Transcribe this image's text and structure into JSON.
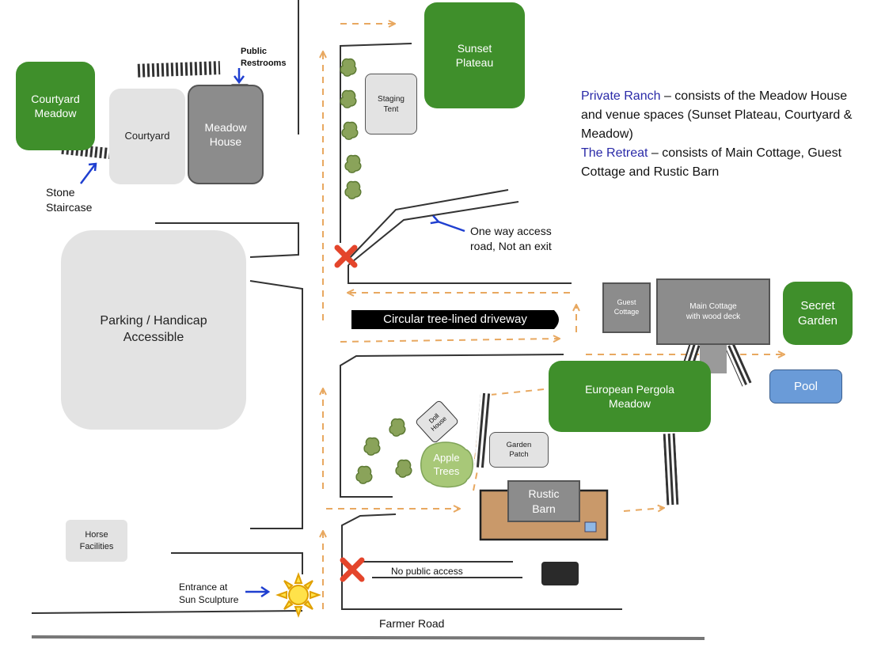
{
  "places": {
    "courtyard_meadow": "Courtyard\nMeadow",
    "courtyard": "Courtyard",
    "meadow_house": "Meadow\nHouse",
    "public_restrooms": "Public\nRestrooms",
    "stone_staircase": "Stone\nStaircase",
    "staging_tent": "Staging\nTent",
    "sunset_plateau": "Sunset\nPlateau",
    "parking": "Parking / Handicap\nAccessible",
    "one_way": "One way access\nroad, Not an exit",
    "driveway": "Circular tree-lined driveway",
    "guest_cottage": "Guest\nCottage",
    "main_cottage": "Main Cottage\nwith wood deck",
    "secret_garden": "Secret\nGarden",
    "pool": "Pool",
    "european_pergola": "European Pergola\nMeadow",
    "doll_house": "Doll\nHouse",
    "apple_trees": "Apple\nTrees",
    "garden_patch": "Garden\nPatch",
    "rustic_barn": "Rustic\nBarn",
    "horse_facilities": "Horse\nFacilities",
    "entrance": "Entrance at\nSun Sculpture",
    "no_public_access": "No public access",
    "farmer_road": "Farmer Road"
  },
  "legend": {
    "private_ranch_title": "Private Ranch",
    "private_ranch_desc": " – consists of the Meadow House and venue spaces (Sunset Plateau, Courtyard & Meadow)",
    "retreat_title": "The Retreat",
    "retreat_desc": " – consists of Main Cottage, Guest Cottage and Rustic Barn"
  },
  "colors": {
    "venue_green": "#3f8f2b",
    "path_orange": "#e8a860",
    "pointer_blue": "#1f3fd0",
    "legend_blue": "#2a2aa8",
    "pool_blue": "#6a9bd8",
    "barn_wood": "#c9996a",
    "no_entry_red": "#e4452b"
  },
  "icons": [
    "no-entry-x-icon",
    "sun-sculpture-icon",
    "tree-icon",
    "arrow-pointer-icon",
    "staircase-icon"
  ]
}
